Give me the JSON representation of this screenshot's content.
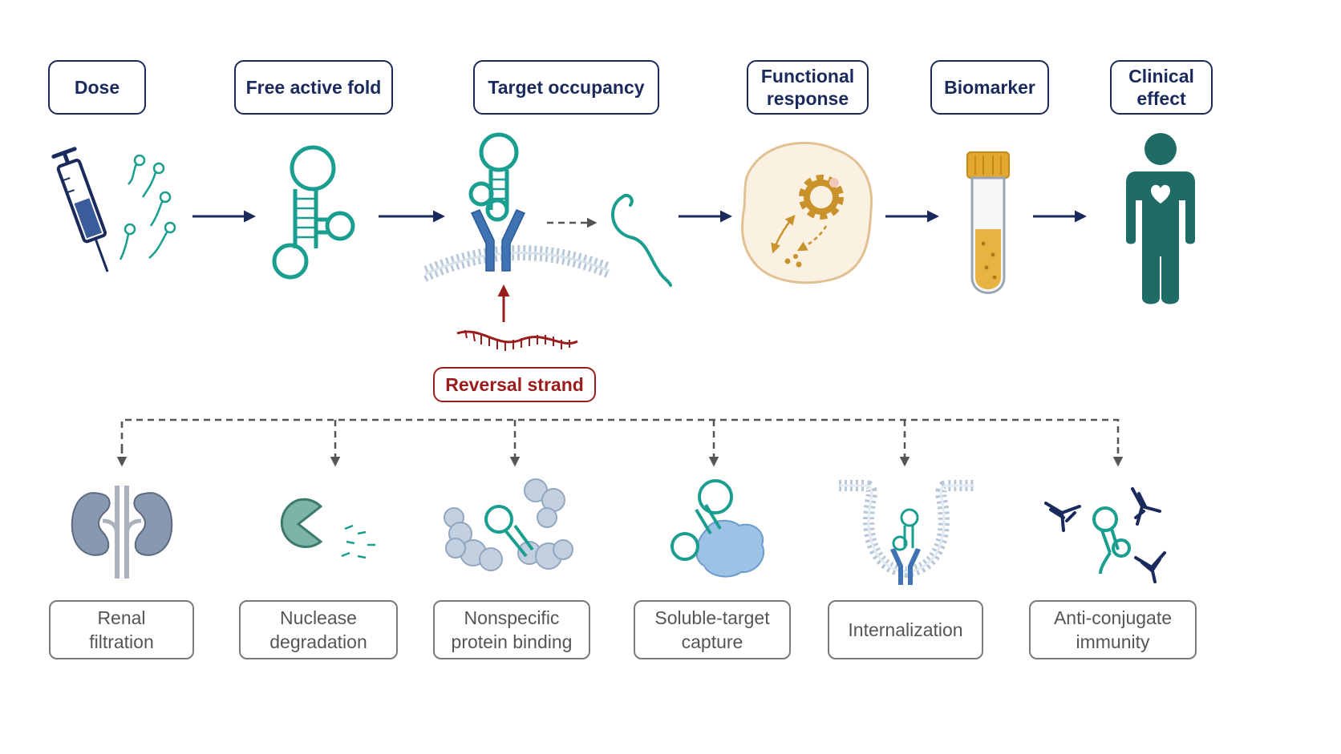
{
  "pathway": {
    "stages": [
      {
        "id": "dose",
        "label": "Dose"
      },
      {
        "id": "free-active-fold",
        "label": "Free active fold"
      },
      {
        "id": "target-occupancy",
        "label": "Target occupancy"
      },
      {
        "id": "functional-response",
        "label": "Functional\nresponse"
      },
      {
        "id": "biomarker",
        "label": "Biomarker"
      },
      {
        "id": "clinical-effect",
        "label": "Clinical\neffect"
      }
    ],
    "reversal": {
      "label": "Reversal strand"
    }
  },
  "losses": [
    {
      "id": "renal-filtration",
      "label": "Renal\nfiltration",
      "icon": "kidney-icon"
    },
    {
      "id": "nuclease-degradation",
      "label": "Nuclease\ndegradation",
      "icon": "nuclease-icon"
    },
    {
      "id": "nonspecific-protein-binding",
      "label": "Nonspecific\nprotein binding",
      "icon": "protein-binding-icon"
    },
    {
      "id": "soluble-target-capture",
      "label": "Soluble-target\ncapture",
      "icon": "soluble-target-icon"
    },
    {
      "id": "internalization",
      "label": "Internalization",
      "icon": "internalization-icon"
    },
    {
      "id": "anti-conjugate-immunity",
      "label": "Anti-conjugate\nimmunity",
      "icon": "antibody-icon"
    }
  ],
  "colors": {
    "navy": "#1b2a5c",
    "teal": "#1a9e8f",
    "receptor_blue": "#3f73b3",
    "reversal_red": "#9a1c1c",
    "gold": "#c9922a",
    "person_green": "#1f6b66",
    "gray": "#6b6b6b"
  }
}
